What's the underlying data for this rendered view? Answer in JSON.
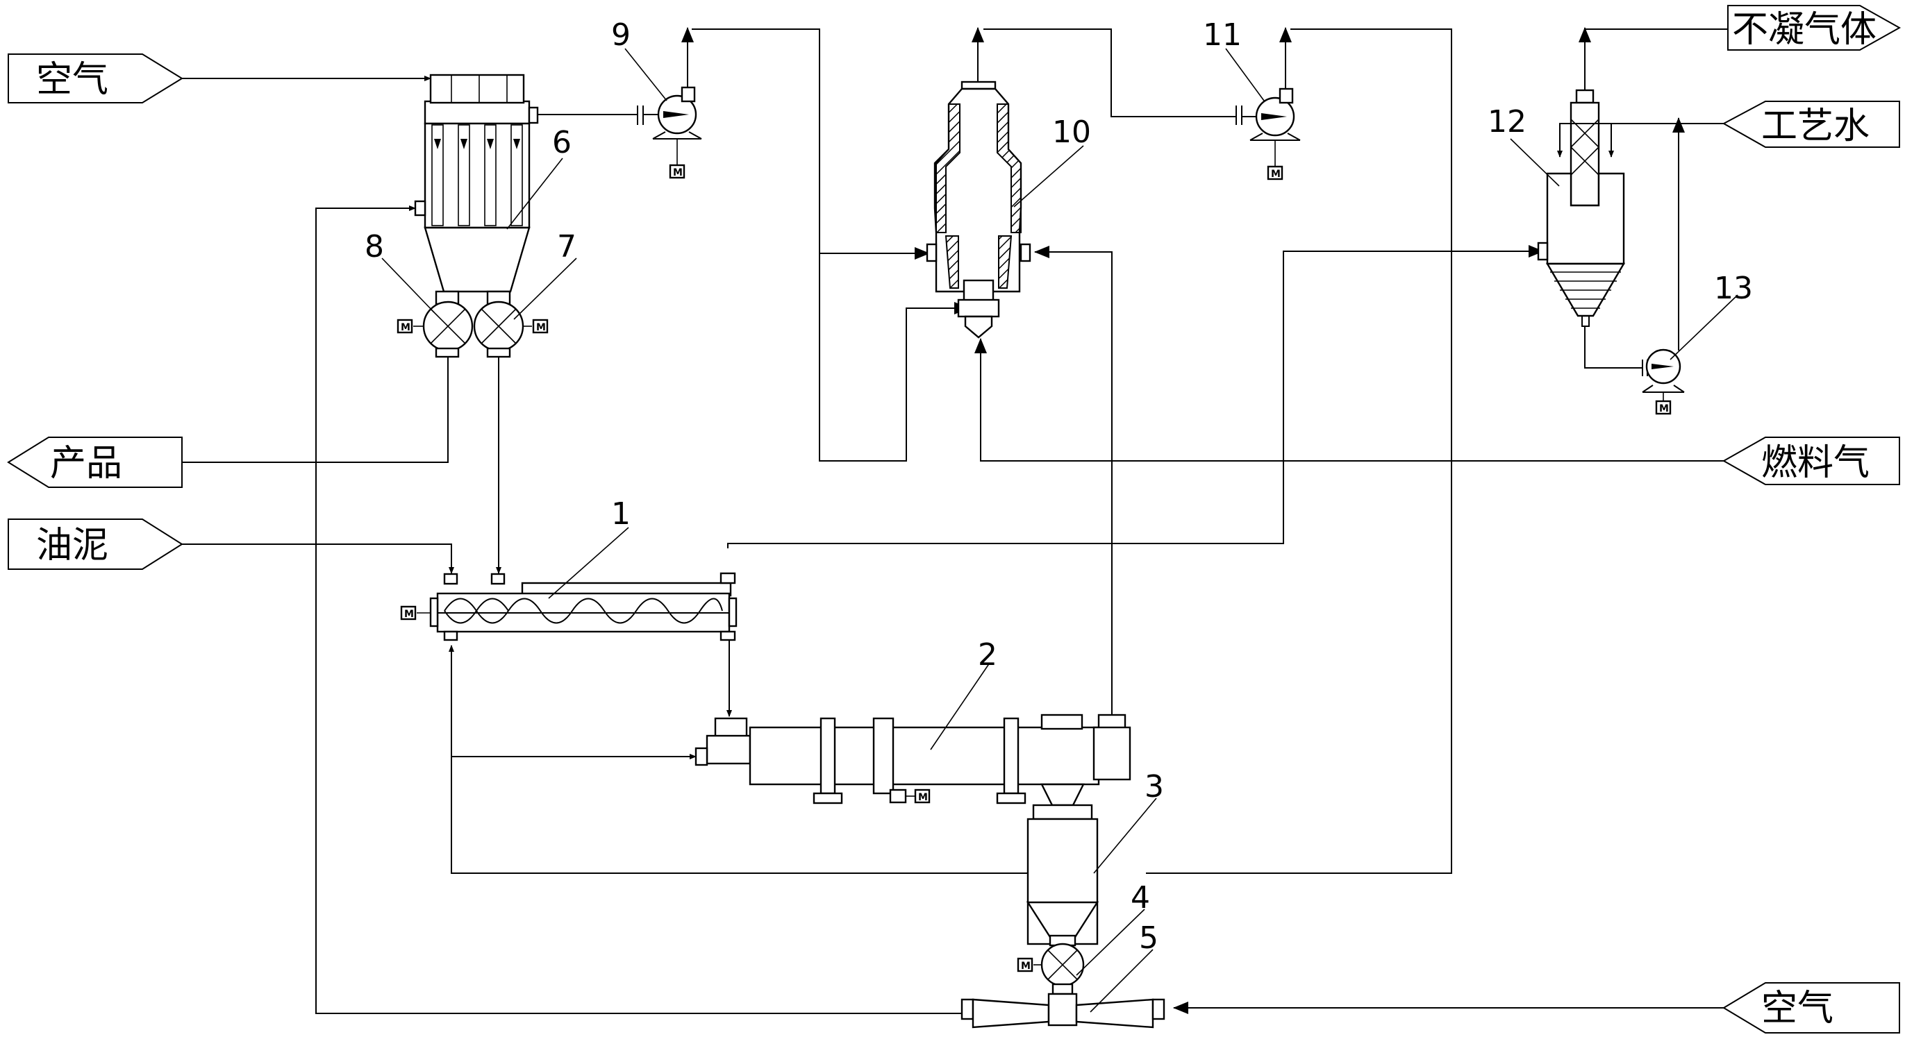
{
  "tags": {
    "air_in_top": "空气",
    "product": "产品",
    "oil_sludge": "油泥",
    "noncondensable_gas": "不凝气体",
    "process_water": "工艺水",
    "fuel_gas": "燃料气",
    "air_in_bottom": "空气"
  },
  "labels": {
    "n1": "1",
    "n2": "2",
    "n3": "3",
    "n4": "4",
    "n5": "5",
    "n6": "6",
    "n7": "7",
    "n8": "8",
    "n9": "9",
    "n10": "10",
    "n11": "11",
    "n12": "12",
    "n13": "13"
  },
  "motor_symbol": "M"
}
